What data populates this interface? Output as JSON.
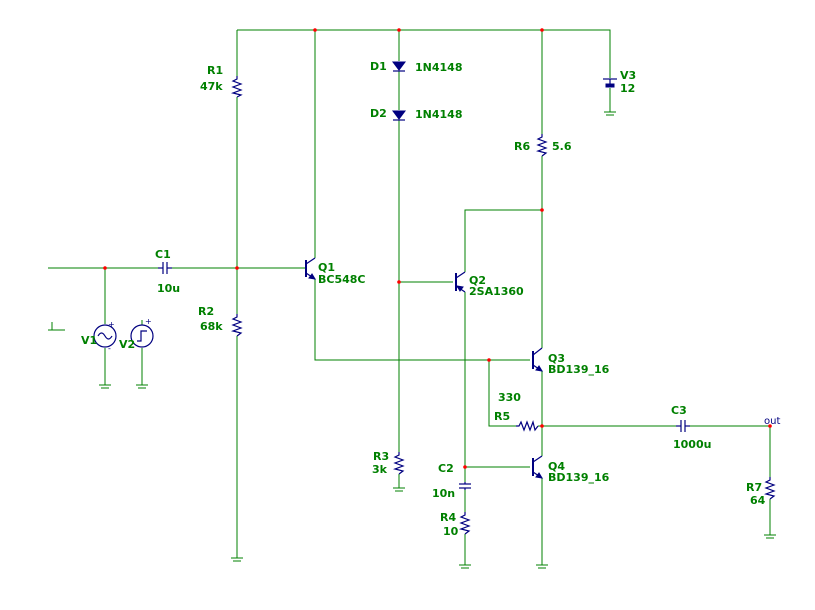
{
  "components": {
    "R1": {
      "ref": "R1",
      "value": "47k"
    },
    "R2": {
      "ref": "R2",
      "value": "68k"
    },
    "R3": {
      "ref": "R3",
      "value": "3k"
    },
    "R4": {
      "ref": "R4",
      "value": "10"
    },
    "R5": {
      "ref": "R5",
      "value": "330"
    },
    "R6": {
      "ref": "R6",
      "value": "5.6"
    },
    "R7": {
      "ref": "R7",
      "value": "64"
    },
    "C1": {
      "ref": "C1",
      "value": "10u"
    },
    "C2": {
      "ref": "C2",
      "value": "10n"
    },
    "C3": {
      "ref": "C3",
      "value": "1000u"
    },
    "D1": {
      "ref": "D1",
      "value": "1N4148"
    },
    "D2": {
      "ref": "D2",
      "value": "1N4148"
    },
    "Q1": {
      "ref": "Q1",
      "value": "BC548C"
    },
    "Q2": {
      "ref": "Q2",
      "value": "2SA1360"
    },
    "Q3": {
      "ref": "Q3",
      "value": "BD139_16"
    },
    "Q4": {
      "ref": "Q4",
      "value": "BD139_16"
    },
    "V1": {
      "ref": "V1"
    },
    "V2": {
      "ref": "V2"
    },
    "V3": {
      "ref": "V3",
      "value": "12"
    }
  },
  "net_label": "out",
  "polarity": {
    "plus": "+",
    "minus": "-"
  },
  "colors": {
    "wire": "#008000",
    "device": "#000080",
    "junction": "#ff0000",
    "text": "#008000"
  }
}
